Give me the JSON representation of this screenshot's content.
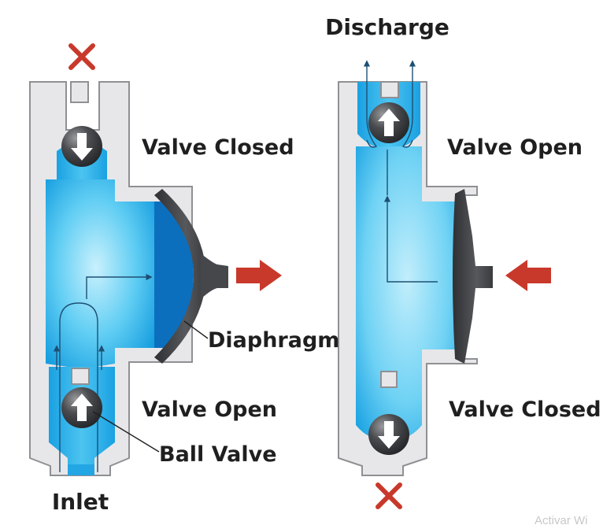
{
  "labels": {
    "discharge": "Discharge",
    "left_valve_closed": "Valve Closed",
    "right_valve_open": "Valve Open",
    "diaphragm": "Diaphragm",
    "left_valve_open": "Valve Open",
    "right_valve_closed": "Valve Closed",
    "ball_valve": "Ball Valve",
    "inlet": "Inlet"
  },
  "watermark": "Activar Wi",
  "colors": {
    "housing_fill": "#e7e7e9",
    "housing_stroke": "#8f9094",
    "fluid_light": "#b3e9fb",
    "fluid_dark": "#1fa7e6",
    "chamber_dark": "#0c6fbd",
    "diaphragm": "#45474a",
    "ball": "#3b3d40",
    "arrow_red": "#c8392b",
    "flow_line": "#1e4f73",
    "text": "#1f1f1f"
  },
  "icons": {
    "blocked_marker": "x-mark-icon",
    "direction_arrow": "red-arrow-icon"
  }
}
